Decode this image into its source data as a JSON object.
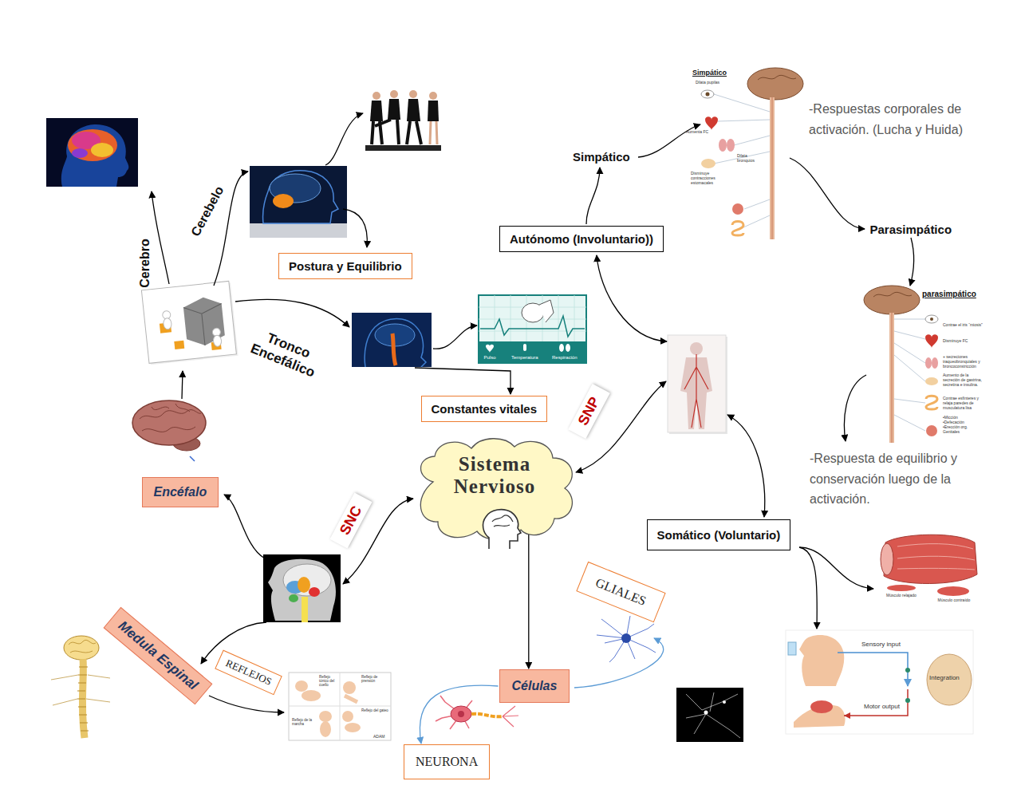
{
  "diagram": {
    "nodes": [
      {
        "text": [
          "Sistema Nervioso"
        ]
      },
      {
        "text": [
          "SNC"
        ]
      },
      {
        "text": [
          "SNP"
        ]
      },
      {
        "text": [
          "Encéfalo"
        ]
      },
      {
        "text": [
          "Medula Espinal"
        ]
      },
      {
        "text": [
          "REFLEJOS"
        ]
      },
      {
        "text": [
          "Células"
        ]
      },
      {
        "text": [
          "NEURONA"
        ]
      },
      {
        "text": [
          "GLIALES"
        ]
      },
      {
        "text": [
          "Postura y Equilibrio"
        ]
      },
      {
        "text": [
          "Constantes vitales"
        ]
      },
      {
        "text": [
          "Autónomo (Involuntario))"
        ]
      },
      {
        "text": [
          "Somático (Voluntario)"
        ]
      }
    ],
    "edges": [
      {
        "from": 0,
        "to": 6,
        "arrow": "to"
      },
      {
        "from": 6,
        "to": 7,
        "arrow": "to"
      }
    ],
    "labels": [
      "Cerebro",
      "Cerebelo",
      "Tronco Encefálico",
      "Simpático",
      "Parasimpático",
      "-Respuestas corporales de activación. (Lucha y Huida)",
      "-Respuesta de equilibrio y conservación luego de la activación.",
      "Simpático",
      "Dilata pupilas",
      "Aumenta FC",
      "Dilata bronquios",
      "Disminuye contracciones estomacales",
      "parasimpático",
      "Contrae el iris “miosis”",
      "Disminuye FC",
      "+ secreciones traqueobronquiales y broncoconstricción",
      "Aumento de la secreción de gastrina, secretina e insulina.",
      "Contrae esfínteres y relaja paredes de musculatura lisa",
      "•Micción •Defecación •Erección org. Genitales",
      "Pulso",
      "Temperatura",
      "Respiración",
      "Sensory input",
      "Integration",
      "Motor output",
      "Reflejo tónico del cuello",
      "Reflejo de prensión",
      "Reflejo del gateo",
      "Reflejo de la marcha",
      "ADAM",
      "Músculo relajado",
      "Músculo contraído"
    ]
  }
}
